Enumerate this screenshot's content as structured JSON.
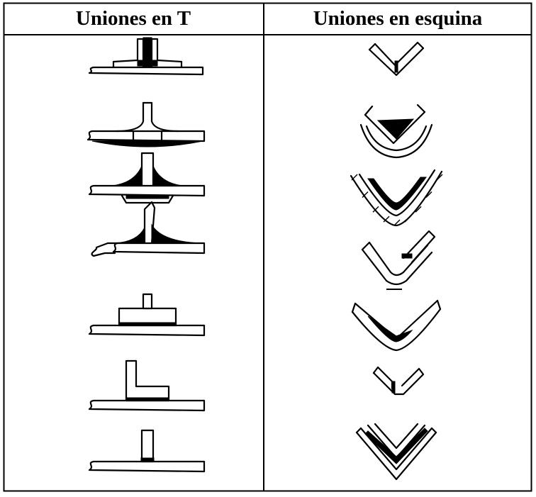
{
  "table": {
    "columns": [
      "Uniones en T",
      "Uniones en esquina"
    ],
    "row_count": 7
  }
}
